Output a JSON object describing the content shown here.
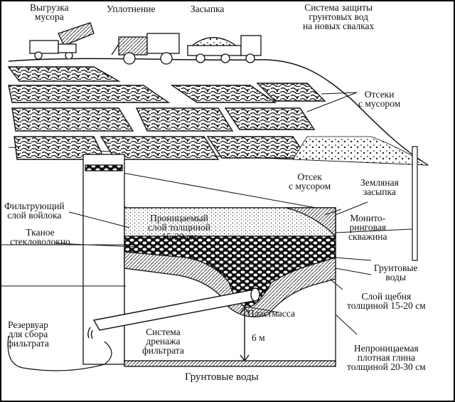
{
  "labels": {
    "unloading": "Выгрузка\nмусора",
    "compaction": "Уплотнение",
    "backfill": "Засыпка",
    "groundwater_protection": "Система защиты\nгрунтовых вод\nна новых свалках",
    "waste_cells": "Отсеки\nс мусором",
    "waste_cell": "Отсек\nс мусором",
    "earth_cover": "Земляная\nзасыпка",
    "filter_felt": "Фильтрующий\nслой войлока",
    "woven_fiberglass": "Ткaнoe\nстекловолокно",
    "permeable_layer": "Проницаемый\nслой толщиной\n15-20 см",
    "monitoring_well": "Монито-\nринговая\nскважина",
    "groundwater_side": "Грунтовые\nводы",
    "gravel_layer": "Слой щебня\nтолщиной 15-20 см",
    "plastic": "Пластмасса",
    "leachate_reservoir": "Резервуар\nдля сбора\nфильтрата",
    "drainage_system": "Система\nдренажа\nфильтрата",
    "depth": "6 м",
    "clay_layer": "Непроницаемая\nплотная глина\nтолщиной 20-30 см",
    "groundwater_bottom": "Грунтовые воды"
  }
}
